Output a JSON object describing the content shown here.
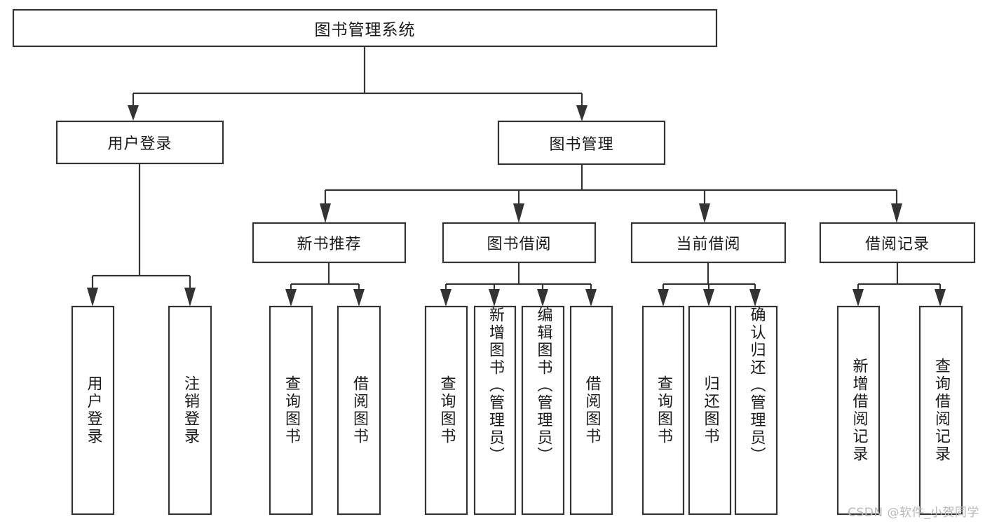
{
  "diagram": {
    "title": "图书管理系统",
    "watermark": "CSDN @软件_小贺同学",
    "colors": {
      "background": "#ffffff",
      "node_fill": "#ffffff",
      "node_stroke": "#333333",
      "text": "#1a1a1a",
      "watermark": "#b9b9b9"
    },
    "nodes": {
      "root": {
        "label": "图书管理系统",
        "level": 0,
        "orientation": "horizontal"
      },
      "user_login": {
        "label": "用户登录",
        "level": 1,
        "orientation": "horizontal"
      },
      "book_manage": {
        "label": "图书管理",
        "level": 1,
        "orientation": "horizontal"
      },
      "new_book_rec": {
        "label": "新书推荐",
        "level": 2,
        "orientation": "horizontal"
      },
      "book_borrow": {
        "label": "图书借阅",
        "level": 2,
        "orientation": "horizontal"
      },
      "current_borrow": {
        "label": "当前借阅",
        "level": 2,
        "orientation": "horizontal"
      },
      "borrow_record": {
        "label": "借阅记录",
        "level": 2,
        "orientation": "horizontal"
      },
      "leaf_user_login": {
        "label": "用户登录",
        "level": 3,
        "orientation": "vertical"
      },
      "leaf_logout": {
        "label": "注销登录",
        "level": 3,
        "orientation": "vertical"
      },
      "leaf_query_book_1": {
        "label": "查询图书",
        "level": 3,
        "orientation": "vertical"
      },
      "leaf_borrow_book_1": {
        "label": "借阅图书",
        "level": 3,
        "orientation": "vertical"
      },
      "leaf_query_book_2": {
        "label": "查询图书",
        "level": 3,
        "orientation": "vertical"
      },
      "leaf_add_book": {
        "label": "新增图书（管理员）",
        "level": 3,
        "orientation": "vertical"
      },
      "leaf_edit_book": {
        "label": "编辑图书（管理员）",
        "level": 3,
        "orientation": "vertical"
      },
      "leaf_borrow_book_2": {
        "label": "借阅图书",
        "level": 3,
        "orientation": "vertical"
      },
      "leaf_query_book_3": {
        "label": "查询图书",
        "level": 3,
        "orientation": "vertical"
      },
      "leaf_return_book": {
        "label": "归还图书",
        "level": 3,
        "orientation": "vertical"
      },
      "leaf_confirm_return": {
        "label": "确认归还（管理员）",
        "level": 3,
        "orientation": "vertical"
      },
      "leaf_add_record": {
        "label": "新增借阅记录",
        "level": 3,
        "orientation": "vertical"
      },
      "leaf_query_record": {
        "label": "查询借阅记录",
        "level": 3,
        "orientation": "vertical"
      }
    },
    "edges": [
      {
        "from": "root",
        "to": "user_login"
      },
      {
        "from": "root",
        "to": "book_manage"
      },
      {
        "from": "book_manage",
        "to": "new_book_rec"
      },
      {
        "from": "book_manage",
        "to": "book_borrow"
      },
      {
        "from": "book_manage",
        "to": "current_borrow"
      },
      {
        "from": "book_manage",
        "to": "borrow_record"
      },
      {
        "from": "user_login",
        "to": "leaf_user_login"
      },
      {
        "from": "user_login",
        "to": "leaf_logout"
      },
      {
        "from": "new_book_rec",
        "to": "leaf_query_book_1"
      },
      {
        "from": "new_book_rec",
        "to": "leaf_borrow_book_1"
      },
      {
        "from": "book_borrow",
        "to": "leaf_query_book_2"
      },
      {
        "from": "book_borrow",
        "to": "leaf_add_book"
      },
      {
        "from": "book_borrow",
        "to": "leaf_edit_book"
      },
      {
        "from": "book_borrow",
        "to": "leaf_borrow_book_2"
      },
      {
        "from": "current_borrow",
        "to": "leaf_query_book_3"
      },
      {
        "from": "current_borrow",
        "to": "leaf_return_book"
      },
      {
        "from": "current_borrow",
        "to": "leaf_confirm_return"
      },
      {
        "from": "borrow_record",
        "to": "leaf_add_record"
      },
      {
        "from": "borrow_record",
        "to": "leaf_query_record"
      }
    ]
  }
}
